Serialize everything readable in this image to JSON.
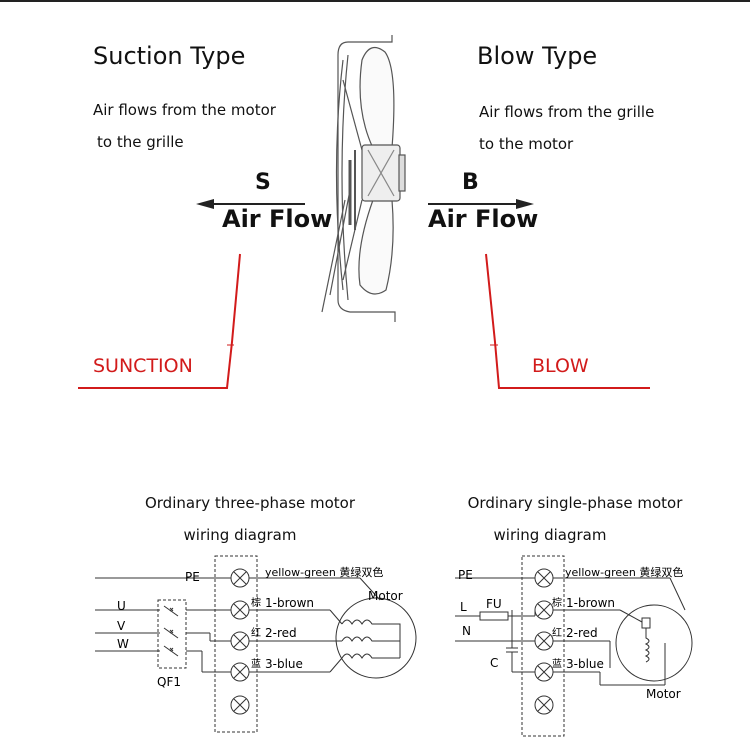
{
  "suction": {
    "title": "Suction Type",
    "desc_line1": "Air flows from the motor",
    "desc_line2": "to the grille",
    "letter": "S",
    "airflow": "Air Flow",
    "label": "SUNCTION"
  },
  "blow": {
    "title": "Blow Type",
    "desc_line1": "Air flows from the grille",
    "desc_line2": "to the motor",
    "letter": "B",
    "airflow": "Air Flow",
    "label": "BLOW"
  },
  "three_phase": {
    "title_line1": "Ordinary three-phase motor",
    "title_line2": "wiring diagram",
    "pe": "PE",
    "u": "U",
    "v": "V",
    "w": "W",
    "qf": "QF1",
    "wire_pe": "yellow-green 黄绿双色",
    "mark_brown": "棕",
    "wire_brown": "1-brown",
    "mark_red": "红",
    "wire_red": "2-red",
    "mark_blue": "蓝",
    "wire_blue": "3-blue",
    "motor": "Motor"
  },
  "single_phase": {
    "title_line1": "Ordinary single-phase motor",
    "title_line2": "wiring diagram",
    "pe": "PE",
    "l": "L",
    "fu": "FU",
    "n": "N",
    "c": "C",
    "wire_pe": "yellow-green 黄绿双色",
    "mark_brown": "棕",
    "wire_brown": "1-brown",
    "mark_red": "红",
    "wire_red": "2-red",
    "mark_blue": "蓝",
    "wire_blue": "3-blue",
    "motor": "Motor"
  },
  "colors": {
    "annotation_red": "#d21b1b",
    "line": "#333333"
  },
  "icons": [
    "fan-icon",
    "arrow-left-icon",
    "arrow-right-icon",
    "terminal-icon",
    "motor-coil-icon",
    "switch-icon",
    "fuse-icon",
    "capacitor-icon"
  ]
}
